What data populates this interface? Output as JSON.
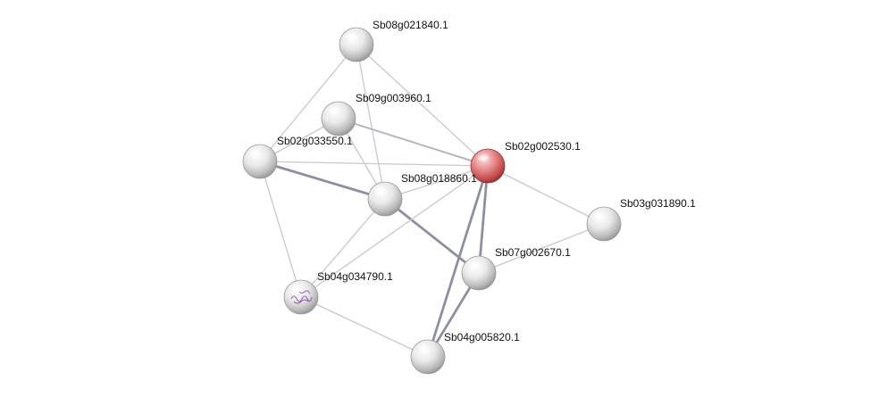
{
  "network": {
    "nodes": [
      {
        "id": "n1",
        "label": "Sb08g021840.1",
        "color": "white"
      },
      {
        "id": "n2",
        "label": "Sb09g003960.1",
        "color": "white"
      },
      {
        "id": "n3",
        "label": "Sb02g033550.1",
        "color": "white"
      },
      {
        "id": "n4",
        "label": "Sb02g002530.1",
        "color": "red",
        "query": true
      },
      {
        "id": "n5",
        "label": "Sb08g018860.1",
        "color": "white"
      },
      {
        "id": "n6",
        "label": "Sb03g031890.1",
        "color": "white"
      },
      {
        "id": "n7",
        "label": "Sb07g002670.1",
        "color": "white"
      },
      {
        "id": "n8",
        "label": "Sb04g034790.1",
        "color": "white",
        "has_structure_image": true
      },
      {
        "id": "n9",
        "label": "Sb04g005820.1",
        "color": "white"
      }
    ],
    "edges": [
      {
        "from": "n1",
        "to": "n3",
        "strength": "weak"
      },
      {
        "from": "n1",
        "to": "n5",
        "strength": "weak"
      },
      {
        "from": "n1",
        "to": "n4",
        "strength": "weak"
      },
      {
        "from": "n2",
        "to": "n3",
        "strength": "weak"
      },
      {
        "from": "n2",
        "to": "n5",
        "strength": "weak"
      },
      {
        "from": "n2",
        "to": "n4",
        "strength": "medium"
      },
      {
        "from": "n3",
        "to": "n4",
        "strength": "weak"
      },
      {
        "from": "n3",
        "to": "n5",
        "strength": "strong"
      },
      {
        "from": "n3",
        "to": "n8",
        "strength": "weak"
      },
      {
        "from": "n5",
        "to": "n4",
        "strength": "weak"
      },
      {
        "from": "n5",
        "to": "n7",
        "strength": "strong"
      },
      {
        "from": "n5",
        "to": "n8",
        "strength": "weak"
      },
      {
        "from": "n4",
        "to": "n8",
        "strength": "weak"
      },
      {
        "from": "n4",
        "to": "n6",
        "strength": "weak"
      },
      {
        "from": "n4",
        "to": "n7",
        "strength": "strong"
      },
      {
        "from": "n4",
        "to": "n9",
        "strength": "strong"
      },
      {
        "from": "n6",
        "to": "n7",
        "strength": "weak"
      },
      {
        "from": "n7",
        "to": "n9",
        "strength": "strong"
      },
      {
        "from": "n8",
        "to": "n9",
        "strength": "weak"
      }
    ]
  }
}
